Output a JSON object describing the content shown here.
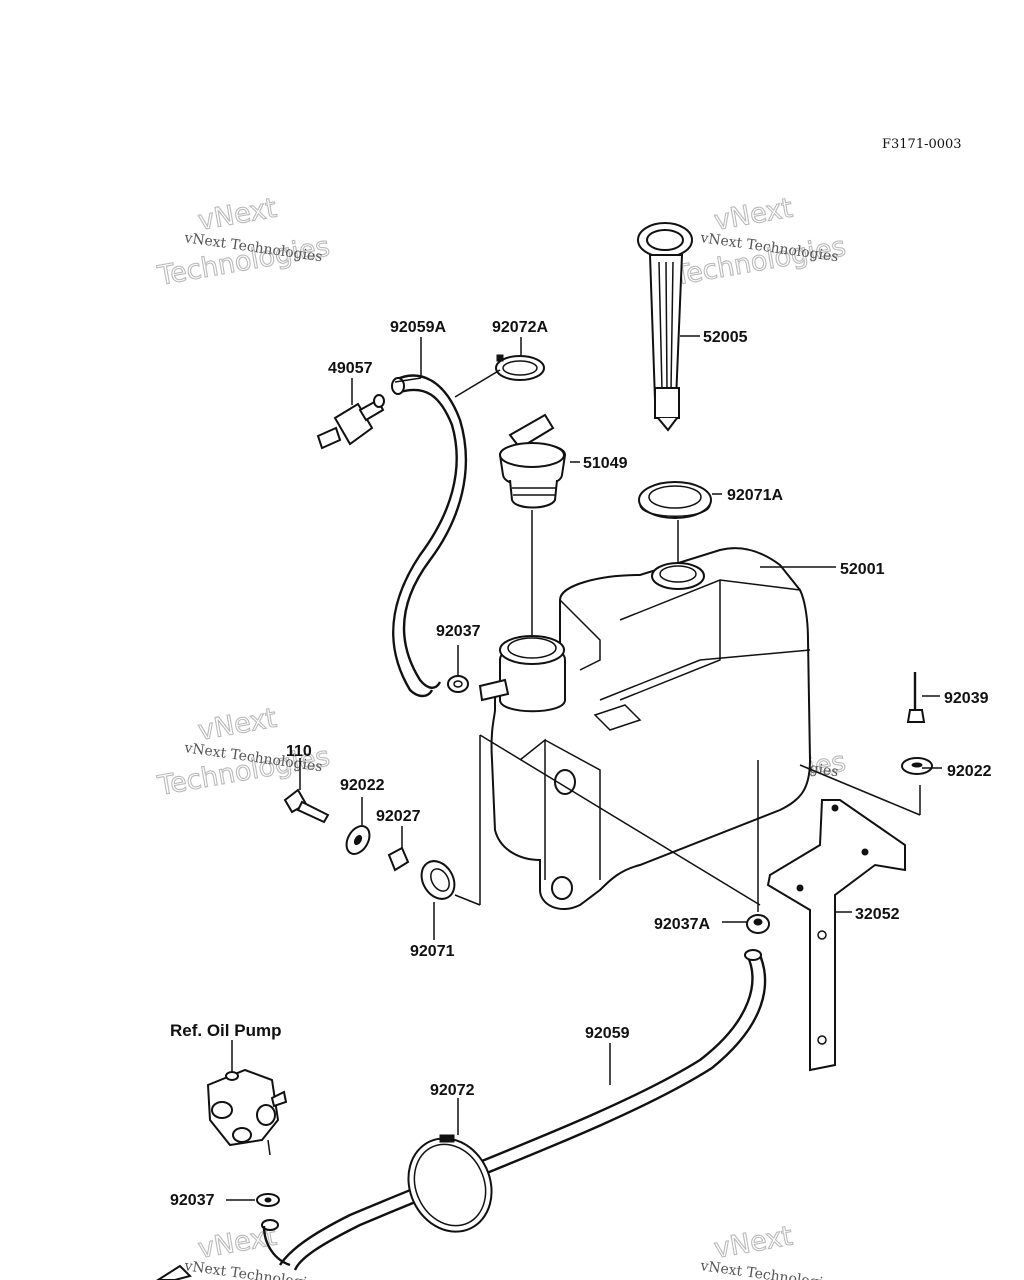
{
  "figure_code": "F3171-0003",
  "watermark": {
    "line1": "vNext Technologies",
    "line2": "vNext",
    "line3": "Technologies"
  },
  "parts": {
    "p92059A": "92059A",
    "p92072A": "92072A",
    "p49057": "49057",
    "p52005": "52005",
    "p51049": "51049",
    "p92071A": "92071A",
    "p52001": "52001",
    "p92037_top": "92037",
    "p92039": "92039",
    "p92022_right": "92022",
    "p110": "110",
    "p92022_left": "92022",
    "p92027": "92027",
    "p92071": "92071",
    "p92037A": "92037A",
    "p32052": "32052",
    "p92059": "92059",
    "p92072": "92072",
    "p92037_bottom": "92037"
  },
  "reference": {
    "oil_pump": "Ref. Oil Pump"
  }
}
